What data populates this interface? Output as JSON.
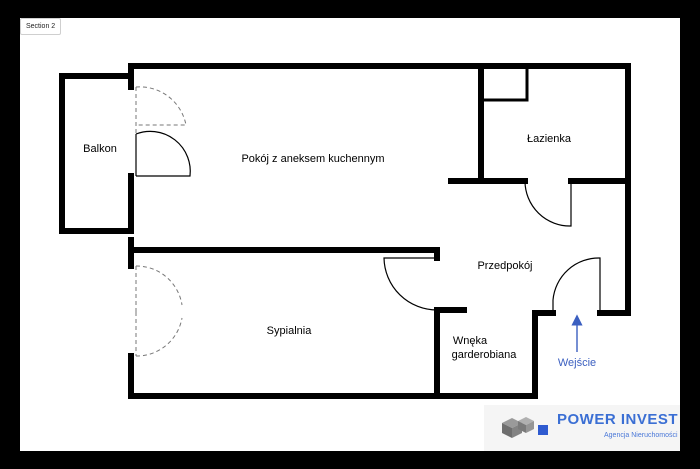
{
  "section_tab": "Section 2",
  "rooms": {
    "balkon": "Balkon",
    "pokoj": "Pokój z aneksem kuchennym",
    "lazienka": "Łazienka",
    "przedpokoj": "Przedpokój",
    "sypialnia": "Sypialnia",
    "wneka_line1": "Wnęka",
    "wneka_line2": "garderobiana"
  },
  "entrance_label": "Wejście",
  "logo": {
    "name": "POWER INVEST",
    "subtitle": "Agencja Nieruchomości"
  },
  "colors": {
    "wall": "#000000",
    "entrance": "#3b5fc0",
    "brand": "#3b6fd4"
  }
}
